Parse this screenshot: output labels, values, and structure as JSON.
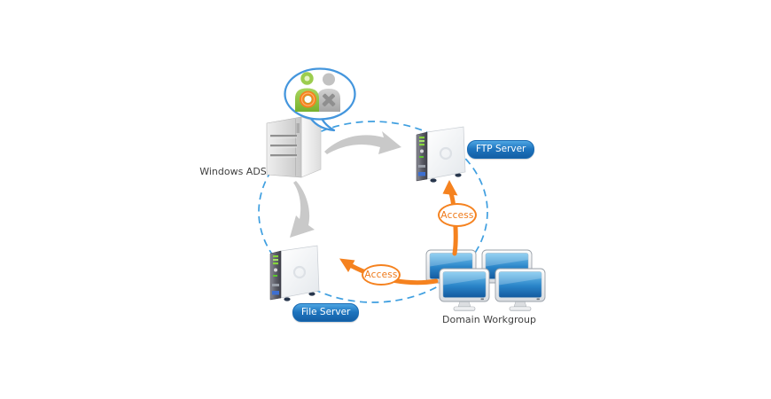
{
  "diagram": {
    "nodes": {
      "windows_ads": {
        "label": "Windows ADS",
        "type": "tower-server"
      },
      "ftp_server": {
        "label": "FTP Server",
        "type": "nas-server"
      },
      "file_server": {
        "label": "File Server",
        "type": "nas-server"
      },
      "domain_workgroup": {
        "label": "Domain Workgroup",
        "type": "workstation-group",
        "workstation_count": 4
      }
    },
    "edges": [
      {
        "from": "windows_ads",
        "to": "ftp_server",
        "style": "gray-curved-arrow",
        "label": ""
      },
      {
        "from": "windows_ads",
        "to": "file_server",
        "style": "gray-curved-arrow",
        "label": ""
      },
      {
        "from": "domain_workgroup",
        "to": "ftp_server",
        "style": "orange-arrow",
        "label": "Access"
      },
      {
        "from": "domain_workgroup",
        "to": "file_server",
        "style": "orange-arrow",
        "label": "Access"
      }
    ],
    "icons": {
      "speech_bubble": "user-access-rights-bubble-icon",
      "allowed_user": "user-allowed-icon",
      "denied_user": "user-denied-icon"
    },
    "colors": {
      "badge_blue": "#1e74be",
      "dashed_ring_blue": "#3f9fe0",
      "access_orange": "#f5821f",
      "arrow_gray": "#c9c9c9",
      "label_text": "#3f3f3f"
    }
  }
}
